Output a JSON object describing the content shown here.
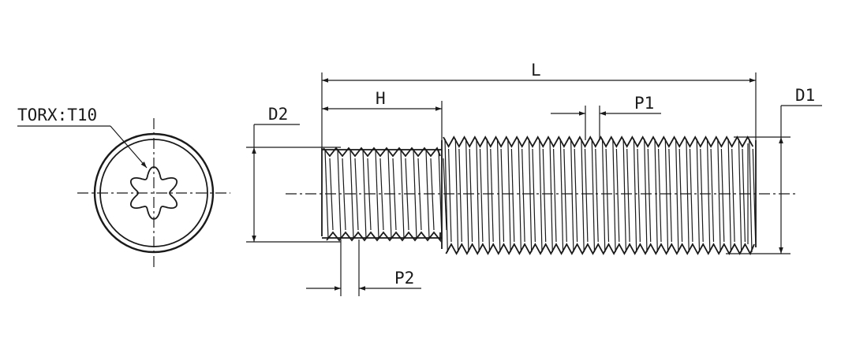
{
  "labels": {
    "drive": "TORX:T10",
    "d2": "D2",
    "h": "H",
    "l": "L",
    "p1": "P1",
    "d1": "D1",
    "p2": "P2"
  }
}
